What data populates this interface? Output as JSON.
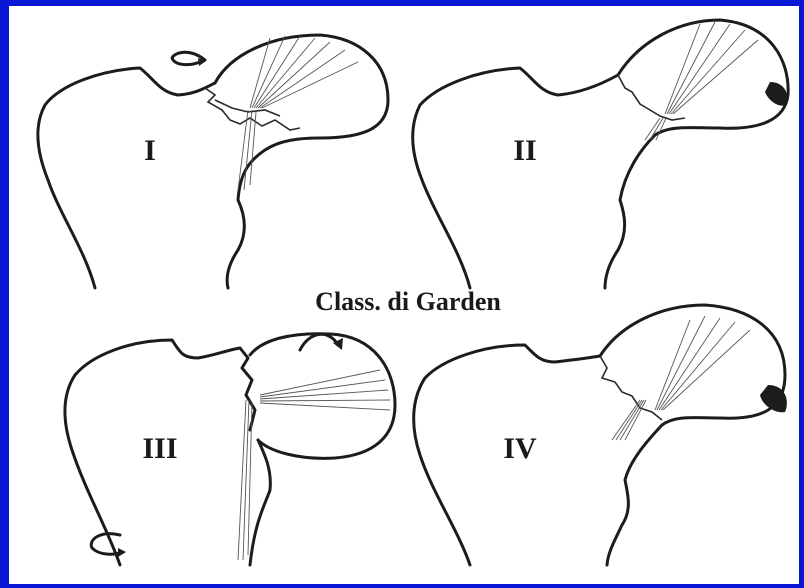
{
  "caption": "Class. di Garden",
  "stages": [
    {
      "label": "I"
    },
    {
      "label": "II"
    },
    {
      "label": "III"
    },
    {
      "label": "IV"
    }
  ],
  "colors": {
    "slide_background": "#0a18d6",
    "panel": "#ffffff",
    "ink": "#1c1c1c"
  },
  "icons": [
    "rotation-arrow-icon"
  ]
}
